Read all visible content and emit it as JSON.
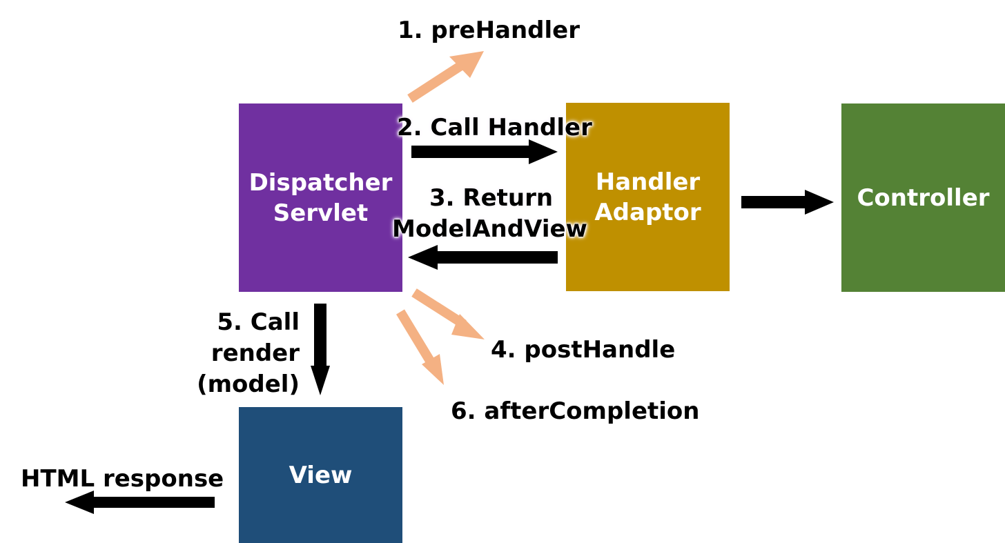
{
  "colors": {
    "dispatcher": "#7030a0",
    "handler_adaptor": "#bf9000",
    "controller": "#548235",
    "view": "#1f4e79",
    "interceptor_arrow": "#f4b183",
    "flow_arrow": "#000000"
  },
  "boxes": {
    "dispatcher": {
      "line1": "Dispatcher",
      "line2": "Servlet"
    },
    "handler_adaptor": {
      "line1": "Handler",
      "line2": "Adaptor"
    },
    "controller": {
      "label": "Controller"
    },
    "view": {
      "label": "View"
    }
  },
  "steps": {
    "pre_handler": "1. preHandler",
    "call_handler": "2. Call Handler",
    "return_line1": "3. Return",
    "return_line2": "ModelAndView",
    "post_handle": "4. postHandle",
    "render_line1": "5. Call",
    "render_line2": "render",
    "render_line3": "(model)",
    "after_completion": "6. afterCompletion"
  },
  "output": {
    "html_response": "HTML response"
  }
}
